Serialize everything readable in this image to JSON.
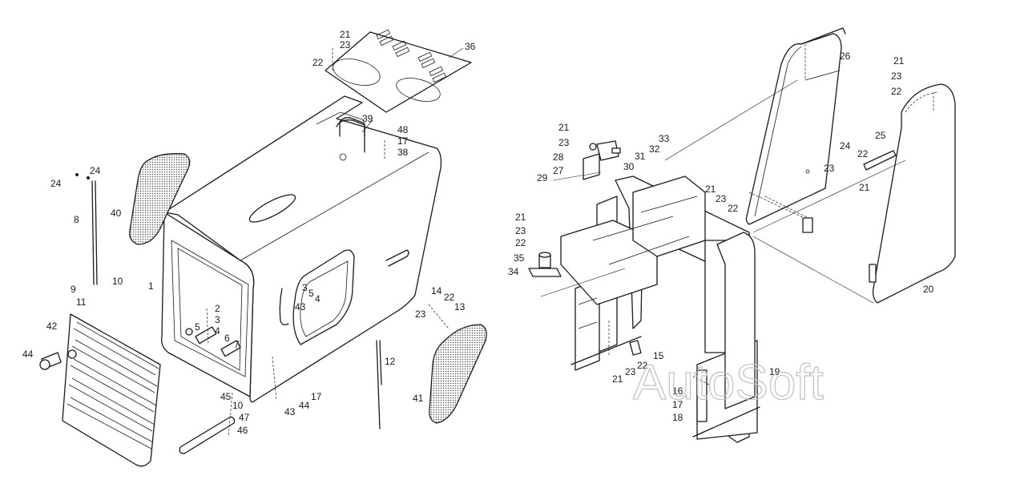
{
  "watermark": "AutoSoft",
  "left_callouts": [
    "21",
    "23",
    "22",
    "36",
    "39",
    "48",
    "17",
    "38",
    "24",
    "24",
    "40",
    "8",
    "9",
    "10",
    "11",
    "1",
    "2",
    "3",
    "4",
    "5",
    "6",
    "7",
    "3",
    "5",
    "4",
    "43",
    "14",
    "22",
    "13",
    "23",
    "12",
    "41",
    "42",
    "44",
    "45",
    "10",
    "47",
    "46",
    "43",
    "44",
    "17"
  ],
  "right_callouts": [
    "26",
    "21",
    "23",
    "22",
    "21",
    "23",
    "33",
    "32",
    "31",
    "30",
    "28",
    "27",
    "29",
    "24",
    "22",
    "23",
    "21",
    "25",
    "21",
    "23",
    "22",
    "21",
    "23",
    "22",
    "35",
    "34",
    "20",
    "15",
    "22",
    "23",
    "21",
    "19",
    "16",
    "17",
    "18"
  ]
}
